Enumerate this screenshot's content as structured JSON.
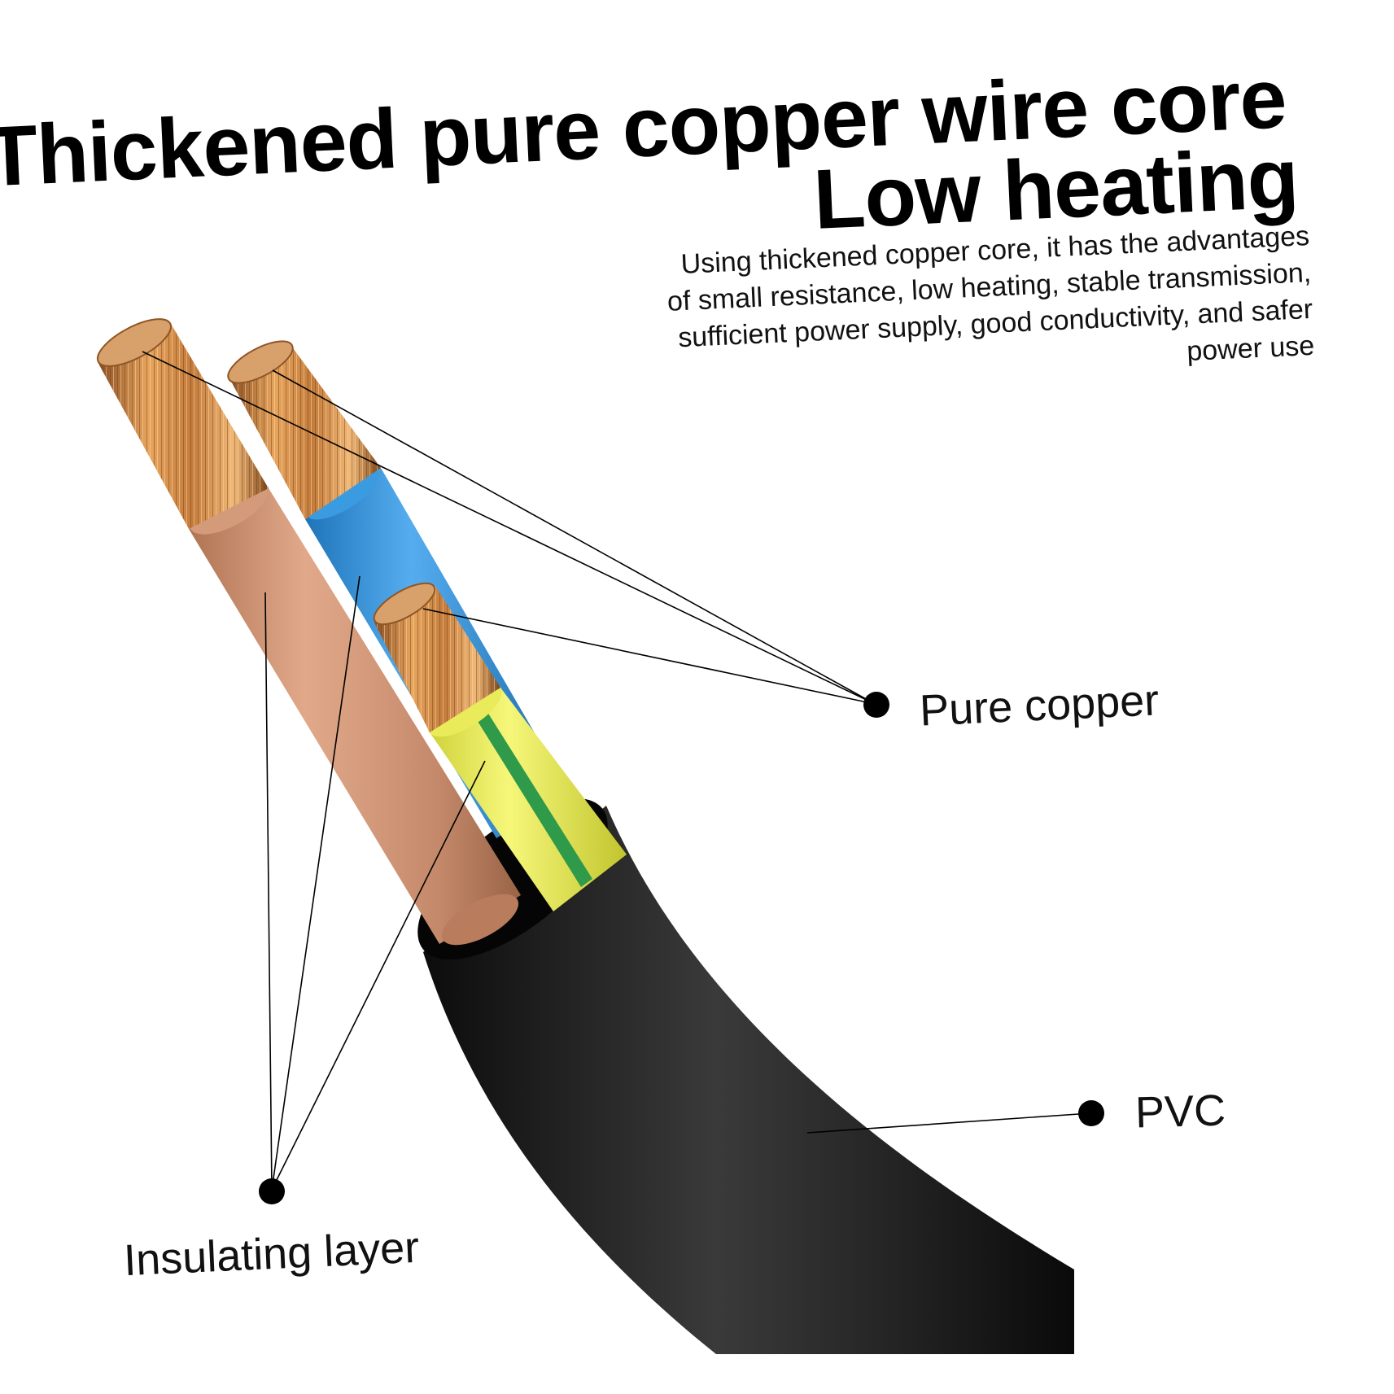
{
  "heading": {
    "line1": "Thickened pure copper wire core",
    "line2": "Low heating"
  },
  "description": {
    "lines": [
      "Using thickened copper core, it has the advantages",
      "of small resistance, low heating, stable transmission,",
      "sufficient power supply, good conductivity, and safer",
      "power use"
    ]
  },
  "callouts": {
    "pure_copper": "Pure copper",
    "pvc": "PVC",
    "insulating_layer": "Insulating layer"
  },
  "colors": {
    "background": "#ffffff",
    "copper": "#c98a4a",
    "brown_insulation": "#c58a64",
    "blue_insulation": "#2e8fd6",
    "yellow_insulation": "#e6e84a",
    "green_stripe": "#2f9a4a",
    "pvc_jacket": "#1a1a1a",
    "leader_line": "#000000"
  }
}
